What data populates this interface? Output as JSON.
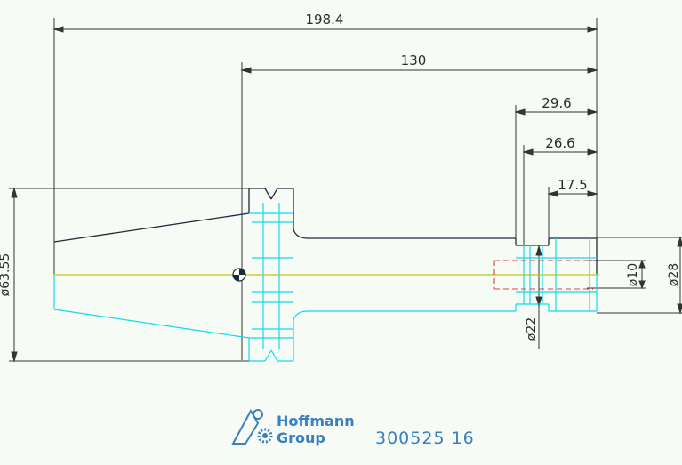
{
  "drawing": {
    "dimensions": {
      "overall_length": "198.4",
      "gauge_length": "130",
      "len_29_6": "29.6",
      "len_26_6": "26.6",
      "len_17_5": "17.5",
      "dia_flange": "ø63.55",
      "dia_10": "ø10",
      "dia_28": "ø28",
      "dia_22": "ø22"
    },
    "colors": {
      "outline": "#1c2b3a",
      "hidden_outline": "#14d8ee",
      "centerline": "#c7c218",
      "bore": "#e0413a",
      "dimension": "#333333",
      "brand": "#3a7fc0"
    }
  },
  "brand": {
    "name_line1": "Hoffmann",
    "name_line2": "Group",
    "part_number": "300525 16"
  }
}
